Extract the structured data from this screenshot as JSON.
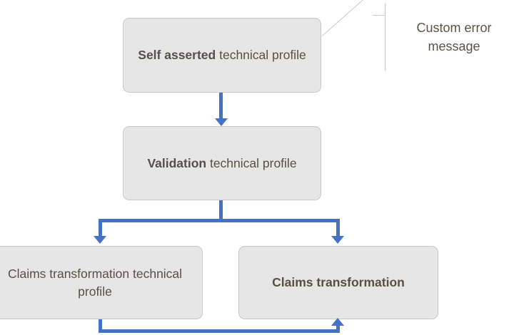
{
  "diagram": {
    "type": "flowchart",
    "colors": {
      "connector": "#4472C4",
      "node_fill": "#E6E6E6",
      "node_border": "#C9C9C9",
      "text": "#585040",
      "callout_line": "#C9C9C9"
    },
    "nodes": [
      {
        "id": "self-asserted-technical-profile",
        "bold_prefix": "Self asserted",
        "rest": " technical profile"
      },
      {
        "id": "validation-technical-profile",
        "bold_prefix": "Validation",
        "rest": " technical profile"
      },
      {
        "id": "claims-transformation-technical-profile",
        "label": "Claims transformation technical profile"
      },
      {
        "id": "claims-transformation",
        "label": "Claims transformation"
      }
    ],
    "callout": {
      "label": "Custom error message"
    }
  }
}
